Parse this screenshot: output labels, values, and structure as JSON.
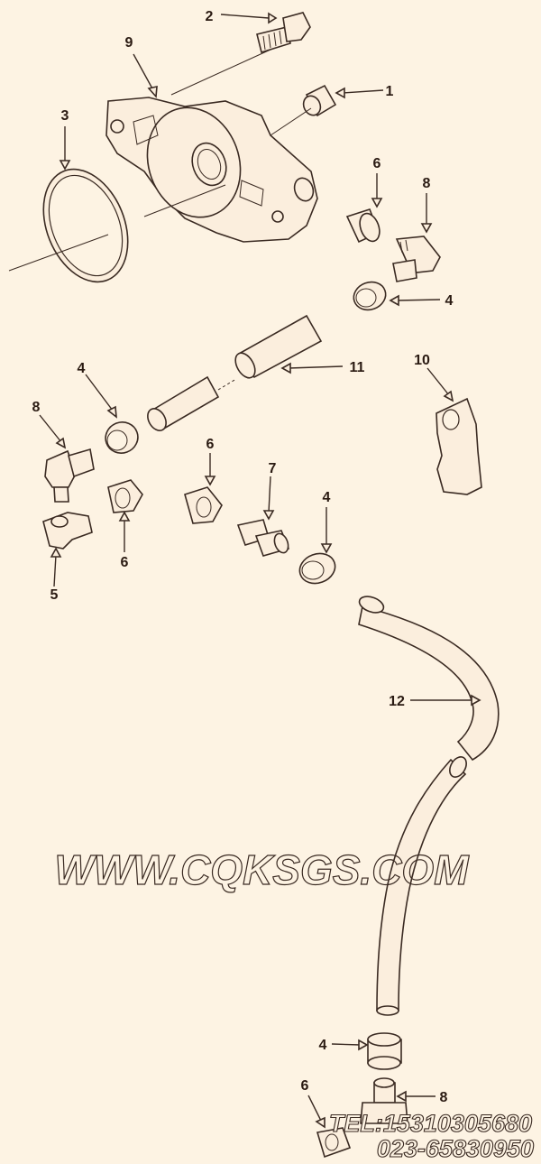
{
  "colors": {
    "background": "#fdf3e3",
    "ink": "#2a1a12",
    "part_fill": "#fbeedd"
  },
  "callouts": [
    {
      "id": "c2",
      "text": "2"
    },
    {
      "id": "c9",
      "text": "9"
    },
    {
      "id": "c1",
      "text": "1"
    },
    {
      "id": "c3",
      "text": "3"
    },
    {
      "id": "c6a",
      "text": "6"
    },
    {
      "id": "c8a",
      "text": "8"
    },
    {
      "id": "c4a",
      "text": "4"
    },
    {
      "id": "c11",
      "text": "11"
    },
    {
      "id": "c10",
      "text": "10"
    },
    {
      "id": "c4b",
      "text": "4"
    },
    {
      "id": "c8b",
      "text": "8"
    },
    {
      "id": "c6b",
      "text": "6"
    },
    {
      "id": "c6c",
      "text": "6"
    },
    {
      "id": "c5",
      "text": "5"
    },
    {
      "id": "c7",
      "text": "7"
    },
    {
      "id": "c4c",
      "text": "4"
    },
    {
      "id": "c12",
      "text": "12"
    },
    {
      "id": "c4d",
      "text": "4"
    },
    {
      "id": "c6d",
      "text": "6"
    },
    {
      "id": "c8c",
      "text": "8"
    }
  ],
  "watermark": {
    "site": "WWW.CQKSGS.COM",
    "tel": "TEL:15310305680",
    "phone": "023-65830950"
  }
}
